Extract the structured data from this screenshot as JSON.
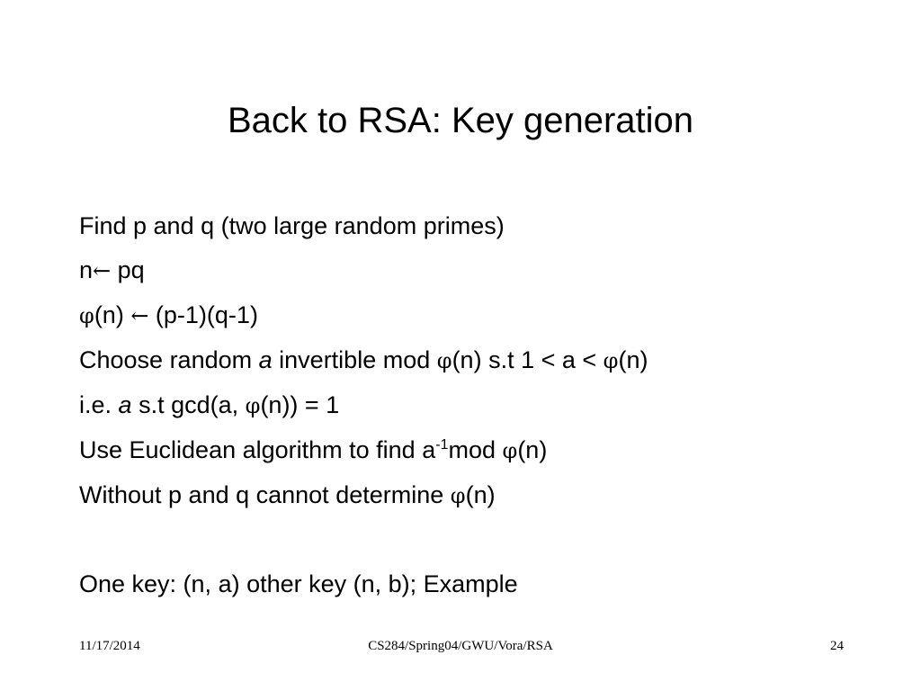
{
  "slide": {
    "title": "Back to RSA: Key generation",
    "lines": {
      "l1": "Find p and q (two large random primes)",
      "l2": {
        "a": "n",
        "arrow": "←",
        "b": " pq"
      },
      "l3": {
        "phi": "φ",
        "a": "(n) ",
        "arrow": "←",
        "b": " (p-1)(q-1)"
      },
      "l4": {
        "a": "Choose random ",
        "var": "a",
        "b": " invertible mod ",
        "phi1": "φ",
        "c": "(n) s.t 1 < a < ",
        "phi2": "φ",
        "d": "(n)"
      },
      "l5": {
        "a": "i.e. ",
        "var": "a",
        "b": " s.t gcd(a, ",
        "phi": "φ",
        "c": "(n)) = 1"
      },
      "l6": {
        "a": "Use Euclidean algorithm to find a",
        "sup": "-1",
        "b": "mod ",
        "phi": "φ",
        "c": "(n)"
      },
      "l7": {
        "a": "Without p and q cannot determine ",
        "phi": "φ",
        "b": "(n)"
      },
      "l8": "One key: (n, a) other key (n, b); Example"
    }
  },
  "footer": {
    "date": "11/17/2014",
    "course": "CS284/Spring04/GWU/Vora/RSA",
    "page": "24"
  }
}
